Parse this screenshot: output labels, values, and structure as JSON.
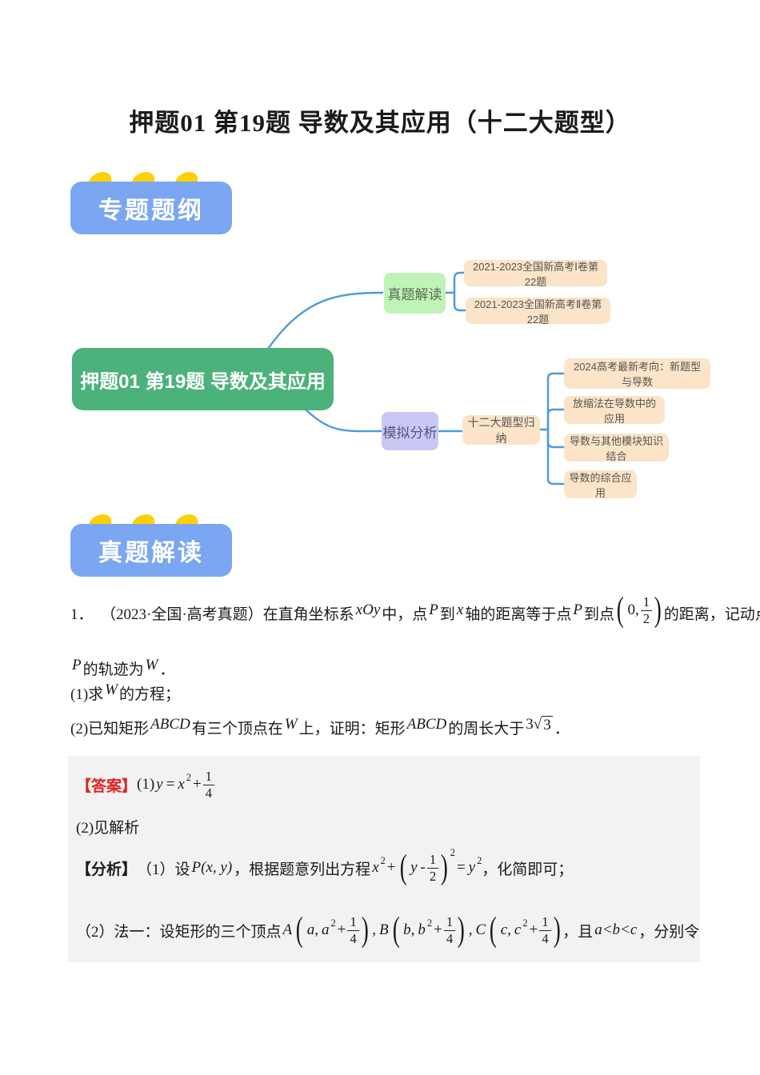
{
  "page": {
    "title": "押题01 第19题 导数及其应用（十二大题型）"
  },
  "badges": {
    "outline": "专题题纲",
    "zhenti": "真题解读"
  },
  "colors": {
    "root_green": "#4bb27c",
    "branch_green": "#c0f3b8",
    "branch_purple": "#c9c8f5",
    "leaf_peach": "#fbe4c7",
    "connector_blue": "#4a9ade",
    "badge_blue": "#7aa6f2",
    "tick_yellow": "#fcd005",
    "answer_red": "#e02222",
    "gray_block": "#f2f2f2"
  },
  "mindmap": {
    "root": "押题01 第19题 导数及其应用",
    "branch1": {
      "label": "真题解读",
      "children": [
        "2021-2023全国新高考Ⅰ卷第22题",
        "2021-2023全国新高考Ⅱ卷第22题"
      ]
    },
    "branch2": {
      "label": "模拟分析",
      "mid": "十二大题型归纳",
      "children": [
        "2024高考最新考向：新题型与导数",
        "放缩法在导数中的应用",
        "导数与其他模块知识结合",
        "导数的综合应用"
      ]
    }
  },
  "question": {
    "line1": {
      "num": "1．  ",
      "s1": "（2023·全国·高考真题）在直角坐标系",
      "m1": "xOy",
      "s2": "中，点",
      "m2": "P",
      "s3": "到",
      "m3": "x",
      "s4": "轴的距离等于点",
      "m4": "P",
      "s5": "到点",
      "pt_zero": "0,",
      "pt_num": "1",
      "pt_den": "2",
      "s6": "的距离，记动点"
    },
    "line2": {
      "m1": "P",
      "s1": "的轨迹为",
      "m2": "W",
      "s2": "．"
    },
    "line3": {
      "s1": "(1)求",
      "m1": "W",
      "s2": "的方程；"
    },
    "line4": {
      "s1": "(2)已知矩形",
      "m1": "ABCD",
      "s2": "有三个顶点在",
      "m2": "W",
      "s3": "上，证明：矩形",
      "m3": "ABCD",
      "s4": "的周长大于",
      "coef": "3",
      "radicand": "3",
      "s5": "．"
    }
  },
  "answer": {
    "label": "【答案】",
    "p1": "(1)",
    "f1": {
      "lhs": "y",
      "eq": "=",
      "base": "x",
      "sup": "2",
      "plus": "+",
      "num": "1",
      "den": "4"
    },
    "p2": "(2)见解析"
  },
  "analysis": {
    "label": "【分析】",
    "line1": {
      "s1": "（1）设",
      "m1": "P(x, y)",
      "s2": "，根据题意列出方程",
      "f": {
        "x": "x",
        "sup_a": "2",
        "plus": "+",
        "y": "y",
        "minus": "-",
        "num": "1",
        "den": "2",
        "sup_b": "2",
        "eq": "=",
        "rhs": "y",
        "sup_c": "2"
      },
      "s3": "，化简即可；"
    },
    "line2": {
      "s1": "（2）法一：设矩形的三个顶点",
      "vertices": [
        {
          "label": "A",
          "v1": "a,",
          "v2": "a",
          "sup": "2",
          "plus": "+",
          "num": "1",
          "den": "4"
        },
        {
          "label": "B",
          "v1": "b,",
          "v2": "b",
          "sup": "2",
          "plus": "+",
          "num": "1",
          "den": "4"
        },
        {
          "label": "C",
          "v1": "c,",
          "v2": "c",
          "sup": "2",
          "plus": "+",
          "num": "1",
          "den": "4"
        }
      ],
      "sep": ",",
      "s2": "，且",
      "m1": "a<b<c",
      "s3": "，分别令"
    }
  }
}
